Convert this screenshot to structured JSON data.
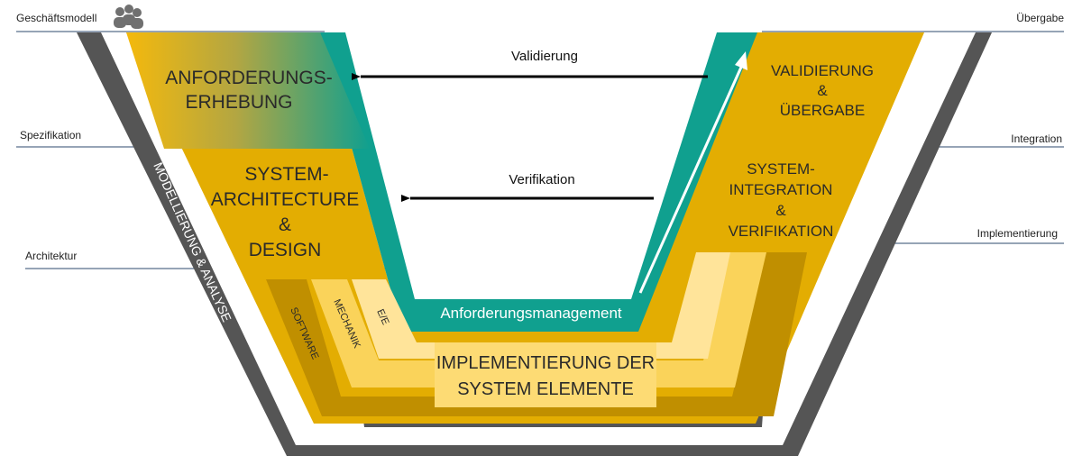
{
  "labels": {
    "geschaeftsmodell": "Geschäftsmodell",
    "spezifikation": "Spezifikation",
    "architektur": "Architektur",
    "uebergabe": "Übergabe",
    "integration": "Integration",
    "implementierung": "Implementierung"
  },
  "left": {
    "anforderung_1": "ANFORDERUNGS-",
    "anforderung_2": "ERHEBUNG",
    "system_1": "SYSTEM-",
    "system_2": "ARCHITECTURE",
    "system_3": "&",
    "system_4": "DESIGN"
  },
  "right": {
    "validierung_1": "VALIDIERUNG",
    "validierung_2": "&",
    "validierung_3": "ÜBERGABE",
    "integration_1": "SYSTEM-",
    "integration_2": "INTEGRATION",
    "integration_3": "&",
    "integration_4": "VERIFIKATION"
  },
  "arrows": {
    "validierung": "Validierung",
    "verifikation": "Verifikation"
  },
  "channel": "Anforderungsmanagement",
  "bottom": {
    "impl_1": "IMPLEMENTIERUNG DER",
    "impl_2": "SYSTEM ELEMENTE"
  },
  "disciplines": {
    "software": "SOFTWARE",
    "mechanik": "MECHANIK",
    "ee": "E/E"
  },
  "side": "MODELLIERUNG & ANALYSE",
  "colors": {
    "outer_band": "#555555",
    "gold": "#E3AD02",
    "teal": "#10A08F",
    "layer_dark": "#C08F00",
    "layer_mid": "#FAD35A",
    "layer_light": "#FFE49A"
  }
}
